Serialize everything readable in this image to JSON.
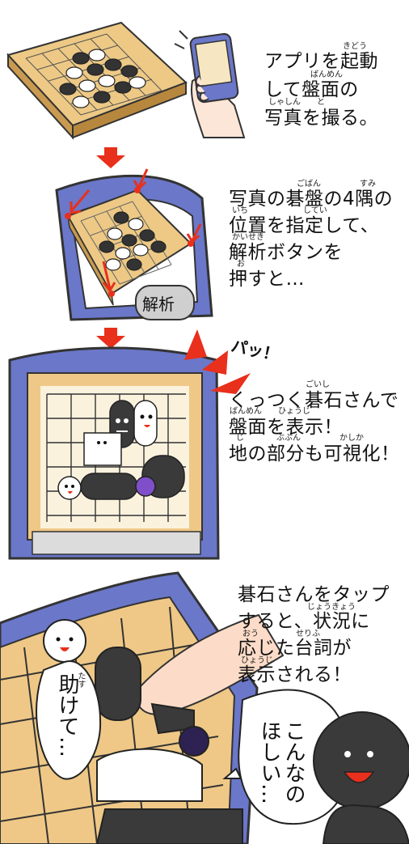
{
  "step1": {
    "text_lines": [
      "アプリを起動",
      "して盤面の",
      "写真を撮る。"
    ],
    "furigana": [
      "きどう",
      "ばんめん",
      "しゃしん",
      "と"
    ]
  },
  "step2": {
    "text_lines": [
      "写真の碁盤の4隅の",
      "位置を指定して、",
      "解析ボタンを",
      "押すと…"
    ],
    "furigana": [
      "ごばん",
      "すみ",
      "いち",
      "してい",
      "かいせき",
      "お"
    ],
    "button_label": "解析"
  },
  "step3": {
    "sound_effect": "パッ！",
    "text_lines": [
      "くっつく碁石さんで",
      "盤面を表示！",
      "地の部分も可視化！"
    ],
    "furigana": [
      "ごいし",
      "ばんめん",
      "ひょうじ",
      "じ",
      "ぶぶん",
      "かしか"
    ]
  },
  "step4": {
    "text_lines": [
      "碁石さんをタップ",
      "すると、状況に",
      "応じた台詞が",
      "表示される！"
    ],
    "furigana": [
      "じょうきょう",
      "おう",
      "せりふ",
      "ひょうじ"
    ],
    "speech_stone": "助けて…",
    "speech_stone_furigana": "たす",
    "speech_man": "こんなのほしい…"
  },
  "colors": {
    "arrow_red": "#e8301c",
    "device_blue": "#6b77c9",
    "board_wood": "#e8c27a",
    "stone_black": "#3a3a3a"
  }
}
